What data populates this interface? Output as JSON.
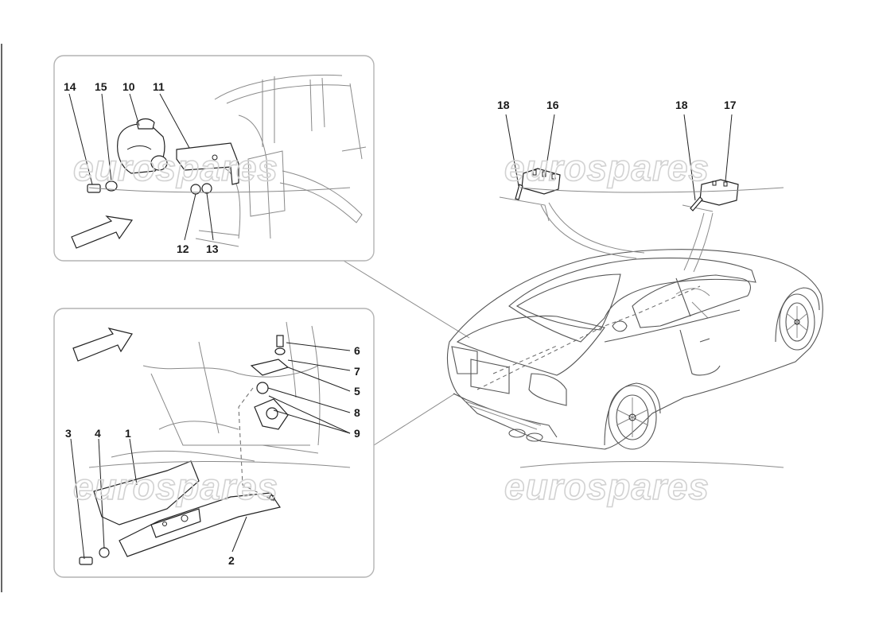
{
  "watermark": "eurospares",
  "callouts": {
    "top_panel": [
      "14",
      "15",
      "10",
      "11",
      "12",
      "13"
    ],
    "bottom_panel": [
      "6",
      "7",
      "5",
      "8",
      "9",
      "3",
      "4",
      "1",
      "2"
    ],
    "car": [
      "18",
      "16",
      "18",
      "17"
    ]
  },
  "colors": {
    "line": "#222222",
    "panel_border": "#b4b4b4",
    "watermark": "#d2d2d2"
  }
}
